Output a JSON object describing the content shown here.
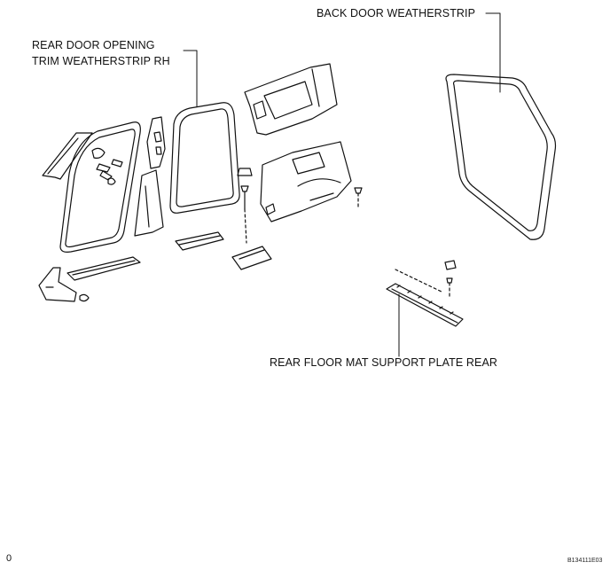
{
  "labels": {
    "back_door_weatherstrip": "BACK DOOR WEATHERSTRIP",
    "rear_door_opening_line1": "REAR DOOR OPENING",
    "rear_door_opening_line2": "TRIM WEATHERSTRIP RH",
    "rear_floor_mat_support": "REAR FLOOR MAT SUPPORT PLATE REAR"
  },
  "figure_code": "B134111E03",
  "page_mark": "0"
}
